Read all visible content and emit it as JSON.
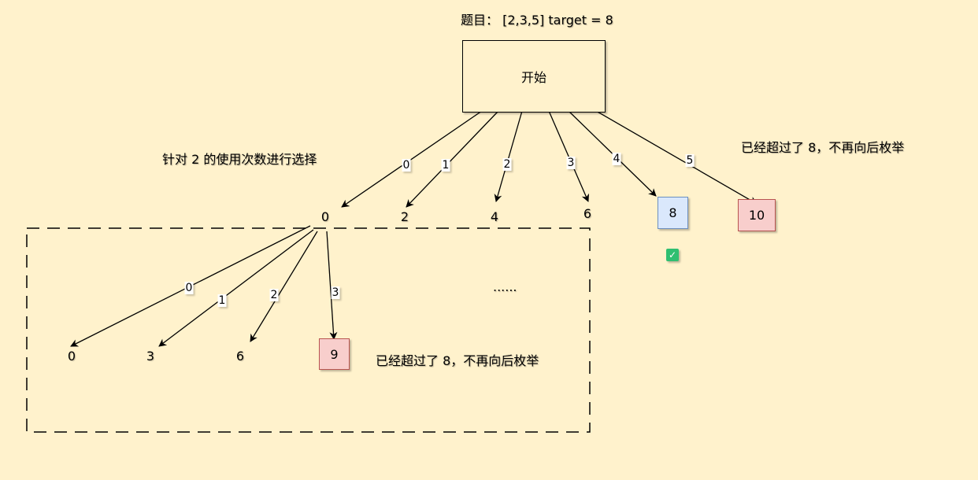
{
  "title": "题目： [2,3,5] target = 8",
  "start_label": "开始",
  "note_left": "针对 2 的使用次数进行选择",
  "note_top_right": "已经超过了 8，不再向后枚举",
  "note_inner": "已经超过了 8，不再向后枚举",
  "ellipsis": "......",
  "level1": {
    "nodes": [
      "0",
      "2",
      "4",
      "6",
      "8",
      "10"
    ],
    "edges": [
      "0",
      "1",
      "2",
      "3",
      "4",
      "5"
    ]
  },
  "level2": {
    "nodes": [
      "0",
      "3",
      "6",
      "9"
    ],
    "edges": [
      "0",
      "1",
      "2",
      "3"
    ]
  },
  "colors": {
    "background": "#fff2cc",
    "valid_fill": "#dae8fc",
    "valid_stroke": "#6c8ebf",
    "invalid_fill": "#f8cecc",
    "invalid_stroke": "#b85450",
    "check": "#2fbf71"
  },
  "icons": {
    "valid_marker": "check-icon"
  }
}
